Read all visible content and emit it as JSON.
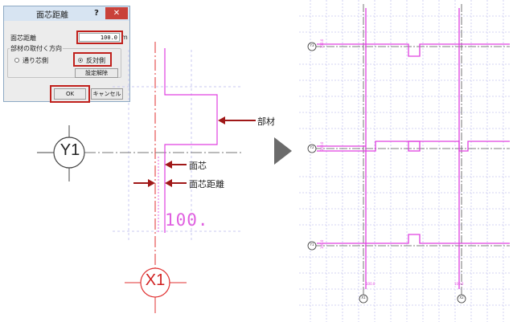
{
  "dialog": {
    "title": "面芯距離",
    "help_label": "?",
    "close_label": "✕",
    "distance_label": "面芯距離",
    "distance_value": "100.0",
    "distance_unit": "m",
    "direction_group_label": "部材の取付く方向",
    "radio_street_side": "通り芯側",
    "radio_opposite_side": "反対側",
    "selected_direction": "反対側",
    "reset_button": "設定解除",
    "ok_button": "OK",
    "cancel_button": "キャンセル"
  },
  "drawing": {
    "grid_y_label": "Y1",
    "grid_x_label": "X1",
    "dimension_text": "100.",
    "annotation_member": "部材",
    "annotation_face": "面芯",
    "annotation_distance": "面芯距離"
  },
  "preview": {
    "y_bubbles": [
      "Y1",
      "Y2",
      "Y3"
    ],
    "x_bubbles": [
      "X1",
      "X2"
    ],
    "dim_labels": [
      "100.0",
      "100.0",
      "100.0",
      "100.0",
      "100.0"
    ]
  },
  "colors": {
    "accent_red": "#c0201c",
    "member_magenta": "#e040e0",
    "grid_line": "#c8c8f0",
    "arrow_gray": "#6b6b6b"
  }
}
